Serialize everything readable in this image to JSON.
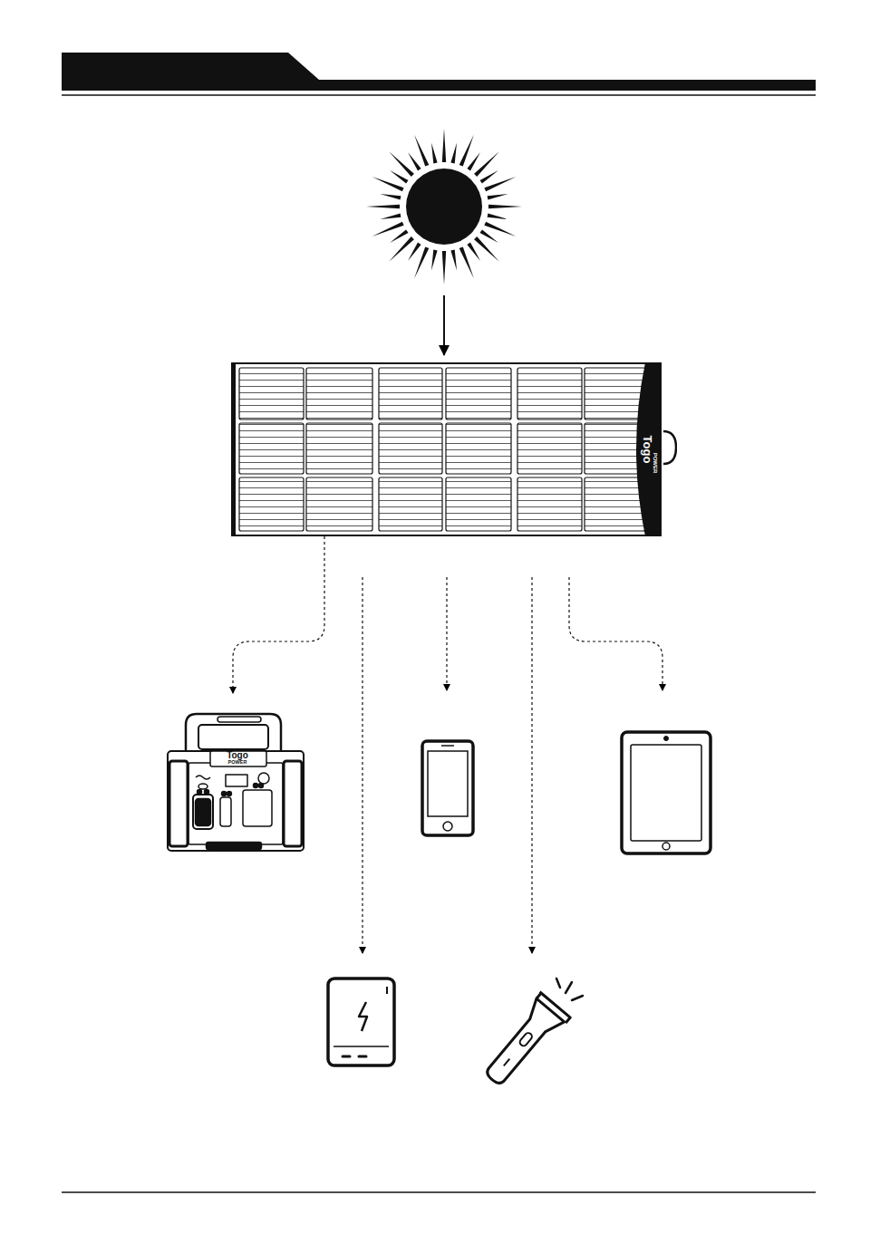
{
  "diagram": {
    "nodes": [
      {
        "text": [
          "Togo",
          "POWER"
        ]
      },
      {
        "text": [
          "Togo",
          "POWER"
        ]
      }
    ],
    "edges": [
      {
        "from": 0,
        "to": 1,
        "arrow": "to"
      }
    ]
  }
}
